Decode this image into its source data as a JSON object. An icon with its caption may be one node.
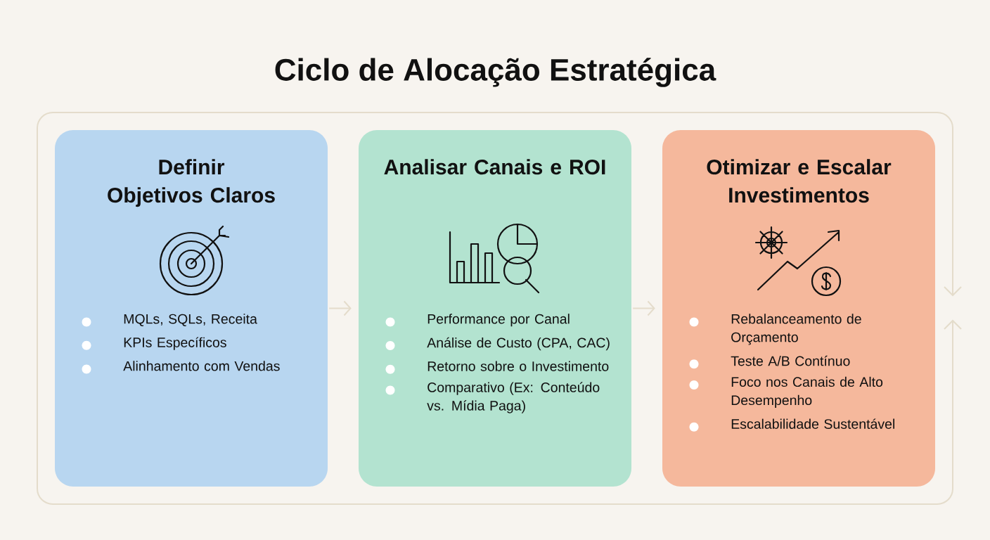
{
  "diagram": {
    "title": "Ciclo de Alocação Estratégica",
    "nodes": [
      {
        "text": [
          "Definir Objetivos Claros",
          "MQLs, SQLs, Receita",
          "KPIs Específicos",
          "Alinhamento com Vendas"
        ]
      },
      {
        "text": [
          "Analisar Canais e ROI",
          "Performance por Canal",
          "Análise de Custo (CPA, CAC)",
          "Retorno sobre o Investimento",
          "Comparativo (Ex: Conteúdo vs. Mídia Paga)"
        ]
      },
      {
        "text": [
          "Otimizar e Escalar Investimentos",
          "Rebalanceamento de Orçamento",
          "Teste A/B Contínuo",
          "Foco nos Canais de Alto Desempenho",
          "Escalabilidade Sustentável"
        ]
      }
    ],
    "edges": [
      {
        "from": 0,
        "to": 1,
        "arrow": "to"
      },
      {
        "from": 1,
        "to": 2,
        "arrow": "to"
      }
    ]
  }
}
